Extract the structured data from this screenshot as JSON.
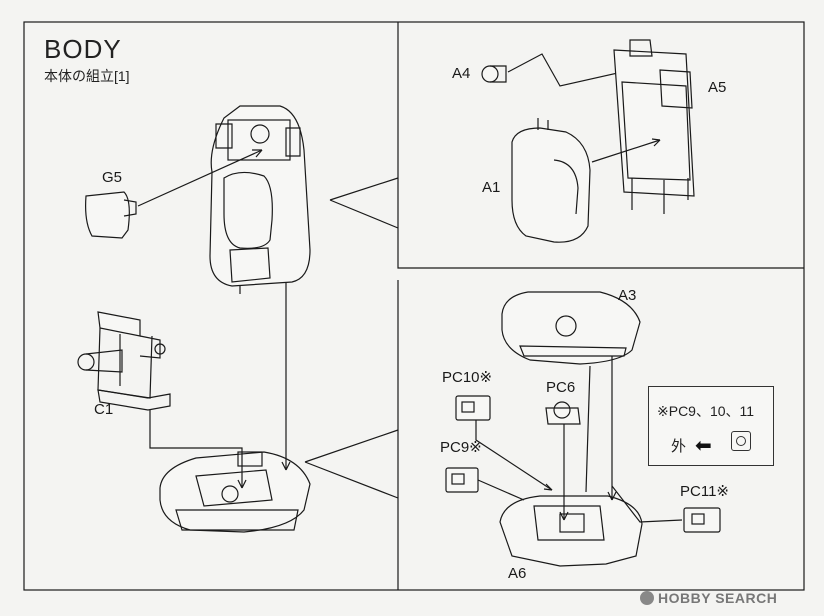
{
  "header": {
    "title": "BODY",
    "subtitle": "本体の組立[1]"
  },
  "labels": {
    "g5": "G5",
    "a4": "A4",
    "a5": "A5",
    "a1": "A1",
    "c1": "C1",
    "a3": "A3",
    "pc10": "PC10※",
    "pc6": "PC6",
    "pc9": "PC9※",
    "pc11": "PC11※",
    "a6": "A6"
  },
  "note": {
    "text": "※PC9、10、11",
    "side": "外"
  },
  "watermark": {
    "text": "HOBBY SEARCH"
  }
}
